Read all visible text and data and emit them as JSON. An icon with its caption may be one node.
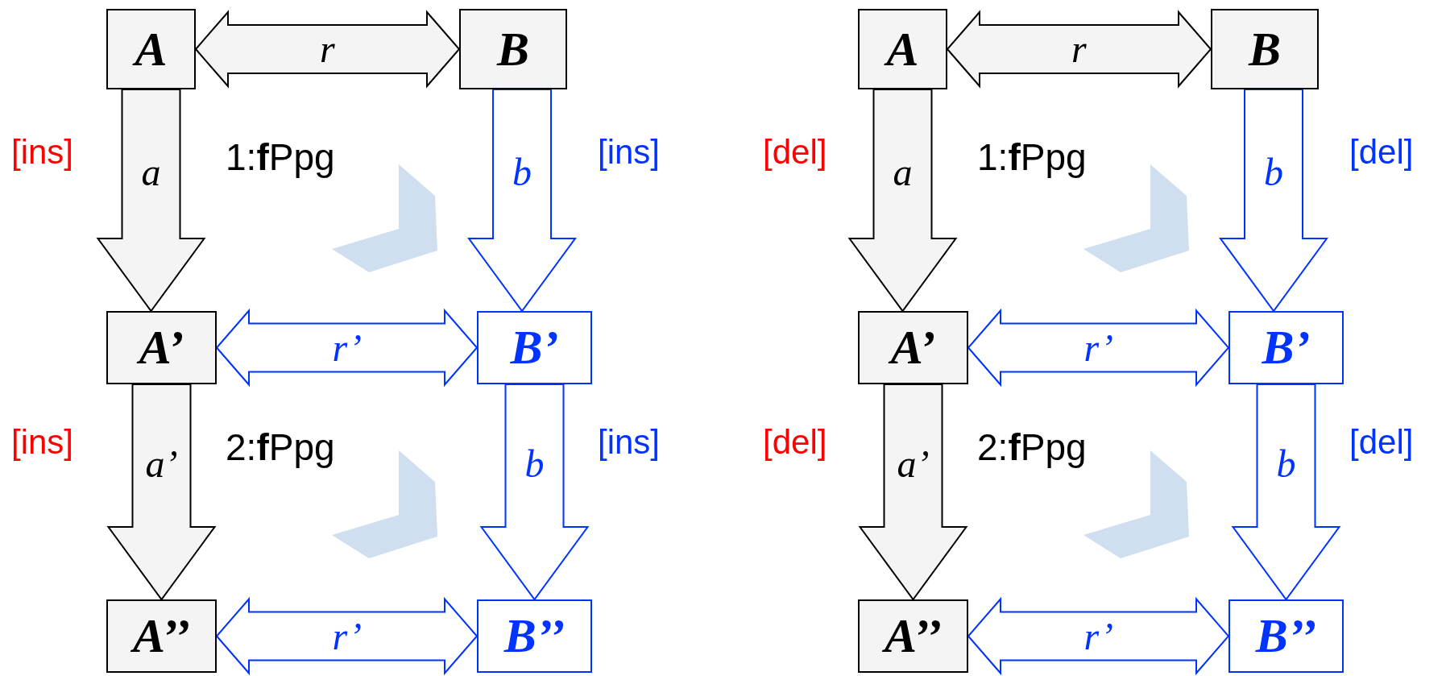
{
  "diagram": {
    "nodes": [
      {
        "text": [
          "A"
        ]
      },
      {
        "text": [
          "B"
        ]
      },
      {
        "text": [
          "A’"
        ]
      },
      {
        "text": [
          "B’"
        ]
      },
      {
        "text": [
          "A’’"
        ]
      },
      {
        "text": [
          "B’’"
        ]
      },
      {
        "text": [
          "A"
        ]
      },
      {
        "text": [
          "B"
        ]
      },
      {
        "text": [
          "A’"
        ]
      },
      {
        "text": [
          "B’"
        ]
      },
      {
        "text": [
          "A’’"
        ]
      },
      {
        "text": [
          "B’’"
        ]
      },
      {
        "text": [],
        "shape": "chevron"
      },
      {
        "text": [],
        "shape": "chevron"
      },
      {
        "text": [],
        "shape": "chevron"
      },
      {
        "text": [],
        "shape": "chevron"
      }
    ],
    "edges": [
      {
        "from": 0,
        "to": 1,
        "arrow": "both",
        "label": "r",
        "color": "#000000"
      },
      {
        "from": 0,
        "to": 2,
        "arrow": "to",
        "label": "a",
        "color": "#000000"
      },
      {
        "from": 1,
        "to": 3,
        "arrow": "to",
        "label": "b"
      },
      {
        "from": 2,
        "to": 3,
        "arrow": "both",
        "label": "r’"
      },
      {
        "from": 2,
        "to": 4,
        "arrow": "to",
        "label": "a’",
        "color": "#000000"
      },
      {
        "from": 3,
        "to": 5,
        "arrow": "to",
        "label": "b"
      },
      {
        "from": 4,
        "to": 5,
        "arrow": "both",
        "label": "r’"
      },
      {
        "from": 6,
        "to": 7,
        "arrow": "both",
        "label": "r",
        "color": "#000000"
      },
      {
        "from": 6,
        "to": 8,
        "arrow": "to",
        "label": "a",
        "color": "#000000"
      },
      {
        "from": 7,
        "to": 9,
        "arrow": "to",
        "label": "b"
      },
      {
        "from": 8,
        "to": 9,
        "arrow": "both",
        "label": "r’"
      },
      {
        "from": 8,
        "to": 10,
        "arrow": "to",
        "label": "a’",
        "color": "#000000"
      },
      {
        "from": 9,
        "to": 11,
        "arrow": "to",
        "label": "b"
      },
      {
        "from": 10,
        "to": 11,
        "arrow": "both",
        "label": "r’"
      }
    ],
    "labels": [
      "[ins]",
      "1:**f**Ppg",
      "[ins]",
      "[ins]",
      "2:**f**Ppg",
      "[ins]",
      "[del]",
      "1:**f**Ppg",
      "[del]",
      "[del]",
      "2:**f**Ppg",
      "[del]"
    ]
  }
}
